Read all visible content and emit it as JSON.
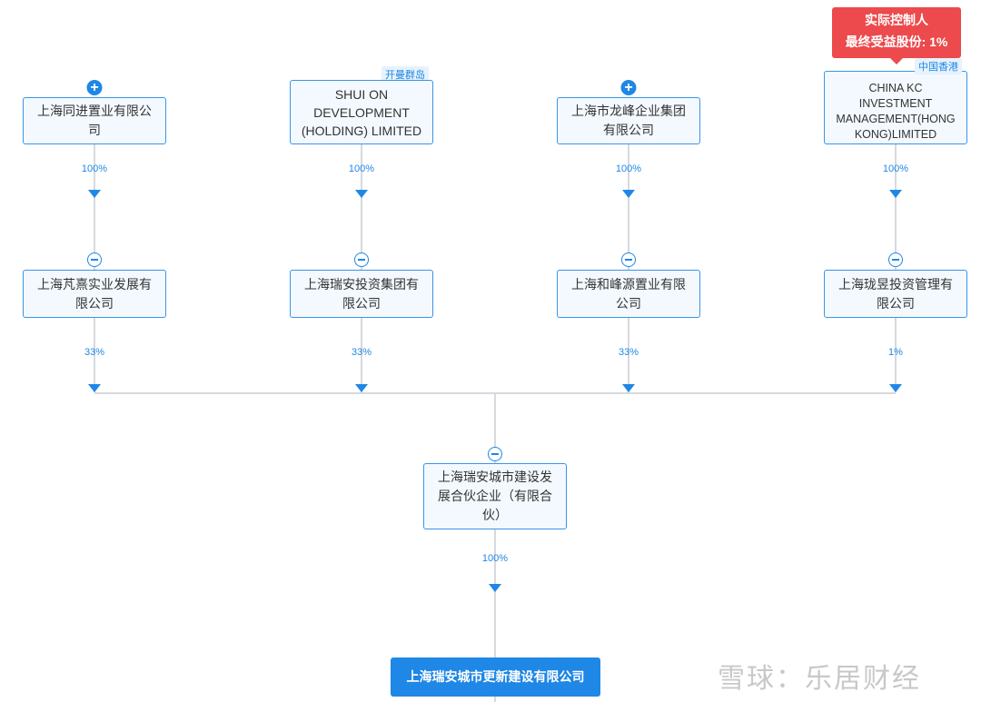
{
  "shareholders": [
    {
      "name": "上海同进置业有限公司",
      "pct": "100%",
      "expand": "plus"
    },
    {
      "name": "SHUI ON DEVELOPMENT (HOLDING) LIMITED",
      "pct": "100%",
      "tag": "开曼群岛"
    },
    {
      "name": "上海市龙峰企业集团有限公司",
      "pct": "100%",
      "expand": "plus"
    },
    {
      "name": "CHINA KC INVESTMENT MANAGEMENT(HONG KONG)LIMITED",
      "pct": "100%",
      "tag": "中国香港"
    }
  ],
  "controller_badge": {
    "line1": "实际控制人",
    "line2": "最终受益股份: 1%"
  },
  "intermediates": [
    {
      "name": "上海芃熹实业发展有限公司",
      "pct": "33%"
    },
    {
      "name": "上海瑞安投资集团有限公司",
      "pct": "33%"
    },
    {
      "name": "上海和峰源置业有限公司",
      "pct": "33%"
    },
    {
      "name": "上海珑昱投资管理有限公司",
      "pct": "1%"
    }
  ],
  "partnership": {
    "name": "上海瑞安城市建设发展合伙企业（有限合伙）",
    "pct": "100%"
  },
  "target": {
    "name": "上海瑞安城市更新建设有限公司"
  },
  "watermark": "雪球：乐居财经"
}
